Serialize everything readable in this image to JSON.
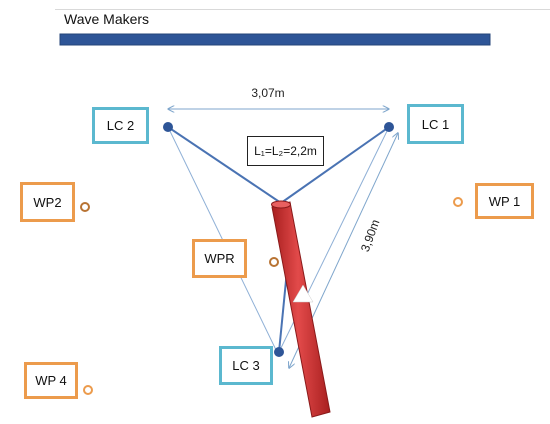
{
  "title": "Wave Makers",
  "colors": {
    "wave_maker_bar": "#2e5597",
    "load_cell_border": "#5bb8cf",
    "wave_probe_border": "#ec9b4c",
    "mooring_line": "#4a73b3",
    "structure": "#d03030"
  },
  "load_cells": [
    {
      "id": "lc1",
      "label": "LC 1"
    },
    {
      "id": "lc2",
      "label": "LC 2"
    },
    {
      "id": "lc3",
      "label": "LC 3"
    }
  ],
  "wave_probes": [
    {
      "id": "wp1",
      "label": "WP 1"
    },
    {
      "id": "wp2",
      "label": "WP2"
    },
    {
      "id": "wp4",
      "label": "WP 4"
    },
    {
      "id": "wpr",
      "label": "WPR"
    }
  ],
  "dimensions": {
    "top_span": "3,07m",
    "side_span": "3,90m",
    "line_lengths": "L₁=L₂=2,2m"
  }
}
